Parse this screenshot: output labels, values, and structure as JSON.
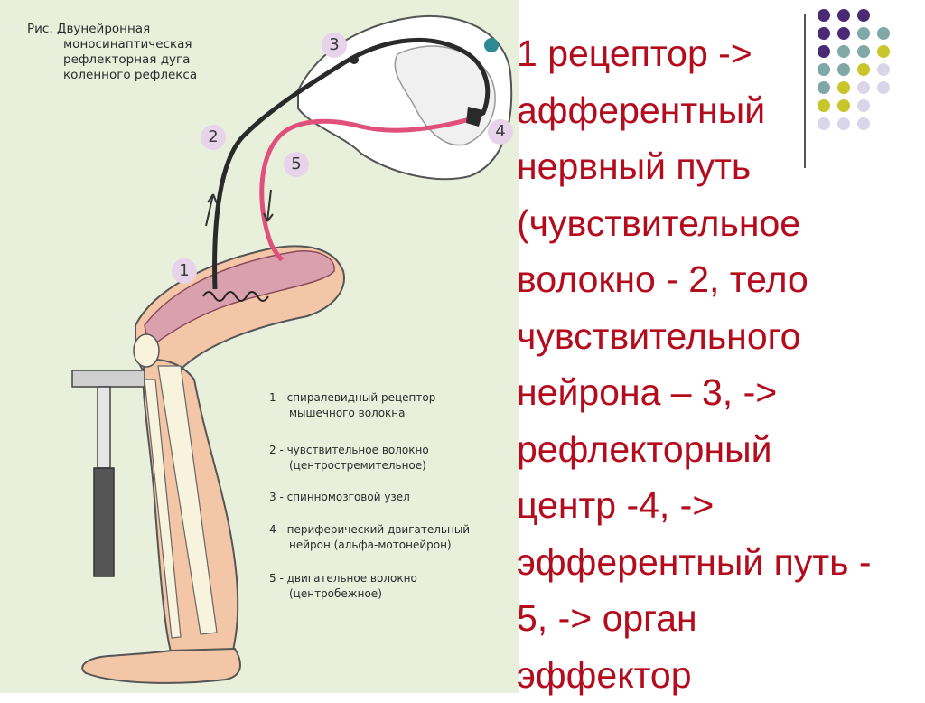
{
  "figure": {
    "caption_lines": [
      "Рис. Двунейронная",
      "моносинаптическая",
      "рефлекторная дуга",
      "коленного рефлекса"
    ],
    "markers": [
      "1",
      "2",
      "3",
      "4",
      "5"
    ],
    "legend": [
      {
        "lines": [
          "1 - спиралевидный  рецептор",
          "мышечного    волокна"
        ]
      },
      {
        "lines": [
          "2 - чувствительное волокно",
          "(центростремительное)"
        ]
      },
      {
        "lines": [
          "3 - спинномозговой узел"
        ]
      },
      {
        "lines": [
          "4 - периферический двигательный",
          "нейрон (альфа-мотонейрон)"
        ]
      },
      {
        "lines": [
          "5 - двигательное волокно",
          "(центробежное)"
        ]
      }
    ]
  },
  "text_block": {
    "lines": [
      "1 рецептор ->",
      "афферентный",
      "нервный путь",
      "(чувствительное",
      "волокно - 2, тело",
      "чувствительного",
      "нейрона – 3, ->",
      "рефлекторный",
      "центр -4,  ->",
      "эфферентный путь -",
      "5, -> орган",
      "эффектор"
    ]
  },
  "colors": {
    "text": "#b40c1c",
    "bullet": "#2d8a93",
    "figure_background": "#e8f0dc",
    "marker_fill": "#e7d3ea",
    "dot_purple": "#4b2a75",
    "dot_teal": "#7fa8a6",
    "dot_olive": "#c8c62a",
    "dot_lavender": "#d8d6e8"
  }
}
